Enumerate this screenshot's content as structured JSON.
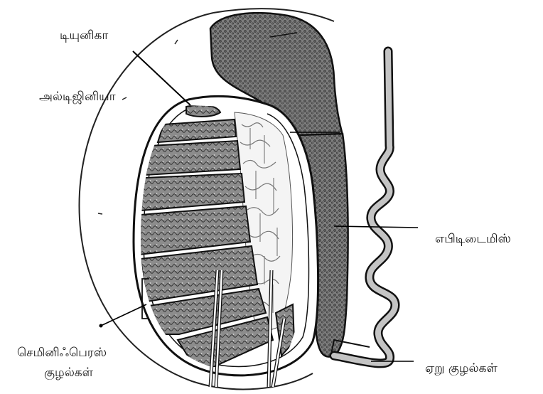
{
  "labels": {
    "tunica": "டியுனிகா",
    "albuginea": "அல்டிஜினியா",
    "epididymis": "எபிடிடைமிஸ்",
    "seminiferous_line1": "செமினிஃபெரஸ்",
    "seminiferous_line2": "குழல்கள்",
    "vas_deferens": "ஏறு குழல்கள்"
  }
}
